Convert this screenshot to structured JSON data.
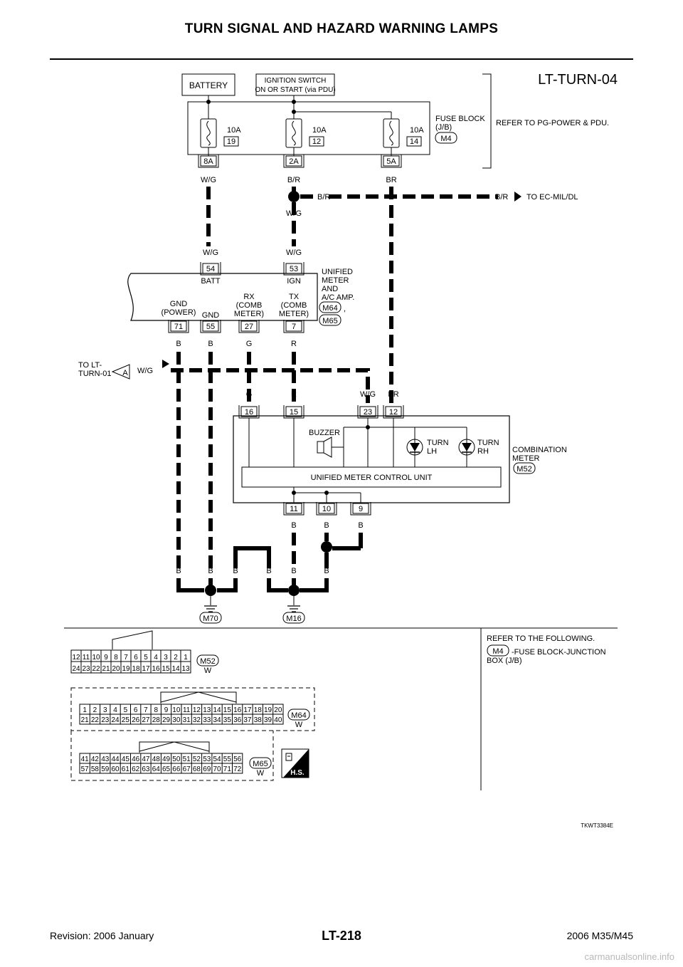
{
  "page": {
    "title": "TURN SIGNAL AND HAZARD WARNING LAMPS",
    "footer_left": "Revision: 2006 January",
    "footer_center": "LT-218",
    "footer_right": "2006 M35/M45",
    "watermark": "carmanualsonline.info"
  },
  "diagram": {
    "code": "LT-TURN-04",
    "battery": "BATTERY",
    "ignition": [
      "IGNITION SWITCH",
      "ON OR START (via PDU)"
    ],
    "fuse_block": [
      "FUSE BLOCK",
      "(J/B)"
    ],
    "fuse_block_conn": "M4",
    "refer_power": "REFER TO PG-POWER & PDU.",
    "fuses": [
      {
        "amp": "10A",
        "num": "19",
        "term": "8A",
        "wire": "W/G"
      },
      {
        "amp": "10A",
        "num": "12",
        "term": "2A",
        "wire": "B/R"
      },
      {
        "amp": "10A",
        "num": "14",
        "term": "5A",
        "wire": "BR"
      }
    ],
    "splice_wire_right": "B/R",
    "splice_wire_down": "W/G",
    "to_ec_wire": "B/R",
    "to_ec": "TO EC-MIL/DL",
    "unified_meter": {
      "label": [
        "UNIFIED",
        "METER",
        "AND",
        "A/C AMP."
      ],
      "conns": [
        "M64",
        "M65"
      ],
      "comma": ",",
      "top_pins": [
        {
          "wire": "W/G",
          "pin": "54",
          "name": "BATT"
        },
        {
          "wire": "W/G",
          "pin": "53",
          "name": "IGN"
        }
      ],
      "bottom_pins": [
        {
          "name": [
            "GND",
            "(POWER)"
          ],
          "pin": "71",
          "wire": "B"
        },
        {
          "name": [
            "GND"
          ],
          "pin": "55",
          "wire": "B"
        },
        {
          "name": [
            "RX",
            "(COMB",
            "METER)"
          ],
          "pin": "27",
          "wire": "G"
        },
        {
          "name": [
            "TX",
            "(COMB",
            "METER)"
          ],
          "pin": "7",
          "wire": "R"
        }
      ]
    },
    "to_lt": [
      "TO LT-",
      "TURN-01"
    ],
    "to_lt_marker": "A",
    "to_lt_wire": "W/G",
    "comb_meter": {
      "label": [
        "COMBINATION",
        "METER"
      ],
      "conn": "M52",
      "top_pins": [
        {
          "wire": "G",
          "pin": "16"
        },
        {
          "wire": "R",
          "pin": "15"
        },
        {
          "wire": "W/G",
          "pin": "23"
        },
        {
          "wire": "BR",
          "pin": "12"
        }
      ],
      "buzzer": "BUZZER",
      "turn_lh": [
        "TURN",
        "LH"
      ],
      "turn_rh": [
        "TURN",
        "RH"
      ],
      "control_unit": "UNIFIED METER CONTROL UNIT",
      "bottom_pins": [
        {
          "pin": "11",
          "wire": "B"
        },
        {
          "pin": "10",
          "wire": "B"
        },
        {
          "pin": "9",
          "wire": "B"
        }
      ]
    },
    "ground_wires": [
      "B",
      "B",
      "B",
      "B",
      "B",
      "B"
    ],
    "grounds": [
      "M70",
      "M16"
    ],
    "refer_following": "REFER TO THE FOLLOWING.",
    "refer_item_conn": "M4",
    "refer_item_text": [
      "-FUSE BLOCK-JUNCTION",
      "BOX (J/B)"
    ],
    "connectors": [
      {
        "id": "M52",
        "color": "W",
        "row1": [
          "12",
          "11",
          "10",
          "9",
          "8",
          "7",
          "6",
          "5",
          "4",
          "3",
          "2",
          "1"
        ],
        "row2": [
          "24",
          "23",
          "22",
          "21",
          "20",
          "19",
          "18",
          "17",
          "16",
          "15",
          "14",
          "13"
        ]
      },
      {
        "id": "M64",
        "color": "W",
        "row1": [
          "1",
          "2",
          "3",
          "4",
          "5",
          "6",
          "7",
          "8",
          "9",
          "10",
          "11",
          "12",
          "13",
          "14",
          "15",
          "16",
          "17",
          "18",
          "19",
          "20"
        ],
        "row2": [
          "21",
          "22",
          "23",
          "24",
          "25",
          "26",
          "27",
          "28",
          "29",
          "30",
          "31",
          "32",
          "33",
          "34",
          "35",
          "36",
          "37",
          "38",
          "39",
          "40"
        ]
      },
      {
        "id": "M65",
        "color": "W",
        "row1": [
          "41",
          "42",
          "43",
          "44",
          "45",
          "46",
          "47",
          "48",
          "49",
          "50",
          "51",
          "52",
          "53",
          "54",
          "55",
          "56"
        ],
        "row2": [
          "57",
          "58",
          "59",
          "60",
          "61",
          "62",
          "63",
          "64",
          "65",
          "66",
          "67",
          "68",
          "69",
          "70",
          "71",
          "72"
        ]
      }
    ],
    "hs_badge": "H.S.",
    "figure_id": "TKWT3384E"
  }
}
